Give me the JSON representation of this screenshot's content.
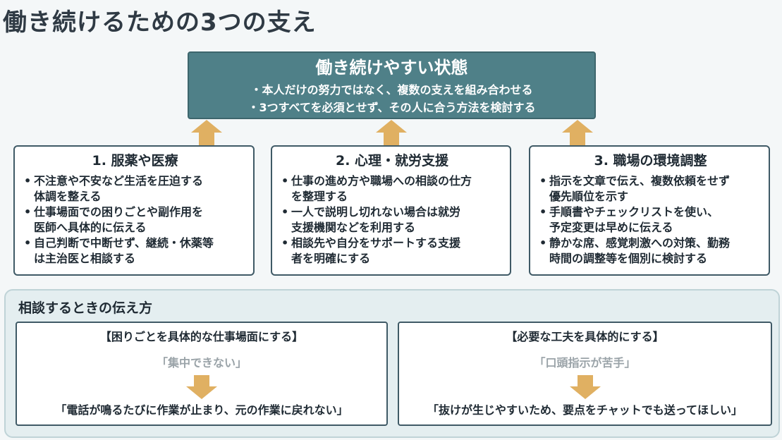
{
  "title": "働き続けるための3つの支え",
  "goal": {
    "title": "働き続けやすい状態",
    "points": [
      "・本人だけの努力ではなく、複数の支えを組み合わせる",
      "・3つすべてを必須とせず、その人に合う方法を検討する"
    ]
  },
  "pillars": [
    {
      "title": "1. 服薬や医療",
      "items": [
        [
          "不注意や不安など生活を圧迫する",
          "体調を整える"
        ],
        [
          "仕事場面での困りごとや副作用を",
          "医師へ具体的に伝える"
        ],
        [
          "自己判断で中断せず、継続・休薬等",
          "は主治医と相談する"
        ]
      ]
    },
    {
      "title": "2. 心理・就労支援",
      "items": [
        [
          "仕事の進め方や職場への相談の仕方",
          "を整理する"
        ],
        [
          "一人で説明し切れない場合は就労",
          "支援機関などを利用する"
        ],
        [
          "相談先や自分をサポートする支援",
          "者を明確にする"
        ]
      ]
    },
    {
      "title": "3. 職場の環境調整",
      "items": [
        [
          "指示を文章で伝え、複数依頼をせず",
          "優先順位を示す"
        ],
        [
          "手順書やチェックリストを使い、",
          "予定変更は早めに伝える"
        ],
        [
          "静かな席、感覚刺激への対策、勤務",
          "時間の調整等を個別に検討する"
        ]
      ]
    }
  ],
  "consult": {
    "heading": "相談するときの伝え方",
    "examples": [
      {
        "heading": "【困りごとを具体的な仕事場面にする】",
        "before": "「集中できない」",
        "after": "「電話が鳴るたびに作業が止まり、元の作業に戻れない」"
      },
      {
        "heading": "【必要な工夫を具体的にする】",
        "before": "「口頭指示が苦手」",
        "after": "「抜けが生じやすいため、要点をチャットでも送ってほしい」"
      }
    ]
  },
  "colors": {
    "goal_fill": "#4f8088",
    "arrow": "#e0b062",
    "card_border": "#3f5a66",
    "panel_fill": "#e4eef0",
    "muted_text": "#9aa3a8"
  },
  "icons": {
    "goal_connectors": "arrow-up-icon",
    "example_transitions": "arrow-down-icon"
  }
}
